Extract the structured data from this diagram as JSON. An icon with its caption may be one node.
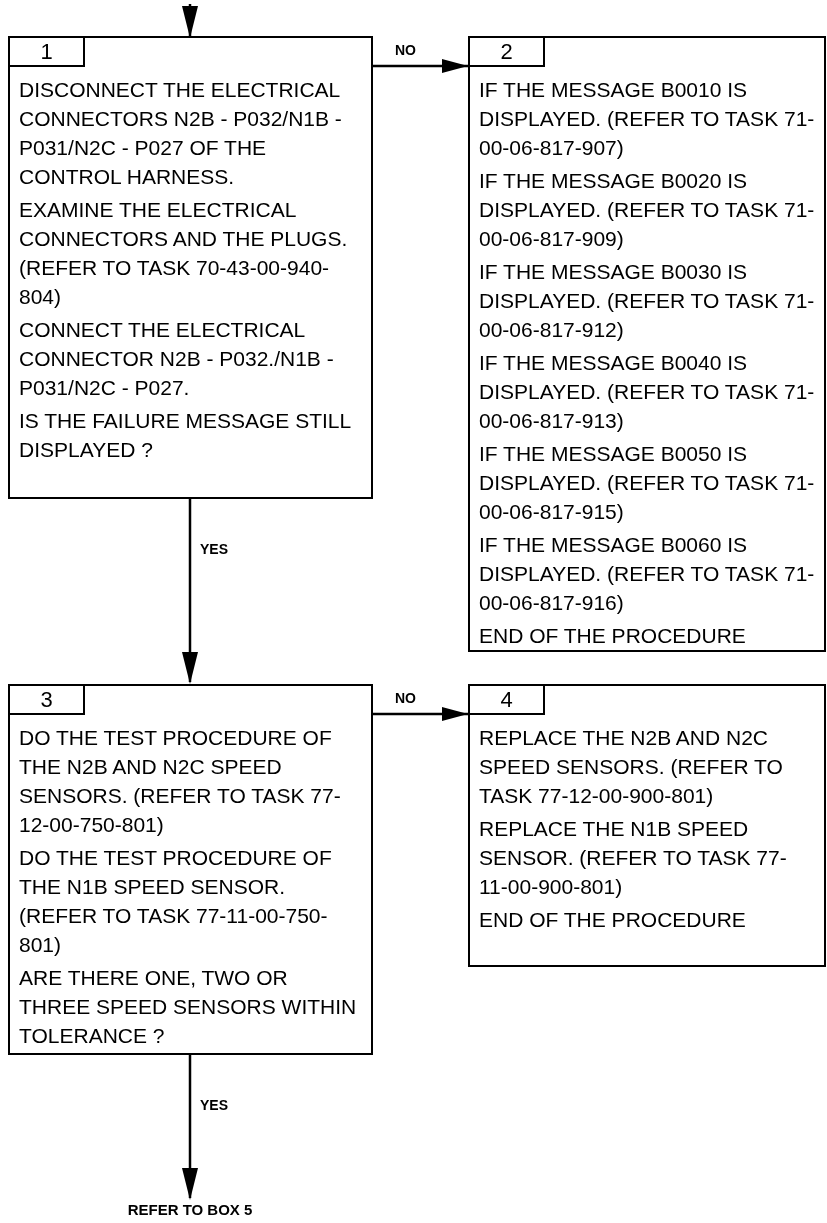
{
  "diagram": {
    "nodes": [
      {
        "text": [
          "1",
          "DISCONNECT THE ELECTRICAL CONNECTORS N2B - P032/N1B - P031/N2C - P027 OF THE CONTROL HARNESS.",
          "EXAMINE THE ELECTRICAL CONNECTORS AND THE PLUGS. (REFER TO TASK 70-43-00-940-804)",
          "CONNECT THE ELECTRICAL CONNECTOR N2B - P032./N1B - P031/N2C - P027.",
          "IS THE FAILURE MESSAGE STILL DISPLAYED ?"
        ]
      },
      {
        "text": [
          "2",
          "IF THE MESSAGE B0010 IS DISPLAYED. (REFER TO TASK 71-00-06-817-907)",
          "IF THE MESSAGE B0020 IS DISPLAYED. (REFER TO TASK 71-00-06-817-909)",
          "IF THE MESSAGE B0030 IS DISPLAYED. (REFER TO TASK 71-00-06-817-912)",
          "IF THE MESSAGE B0040 IS DISPLAYED. (REFER TO TASK 71-00-06-817-913)",
          "IF THE MESSAGE B0050 IS DISPLAYED. (REFER TO TASK 71-00-06-817-915)",
          "IF THE MESSAGE B0060 IS DISPLAYED. (REFER TO TASK 71-00-06-817-916)",
          "END OF THE PROCEDURE"
        ]
      },
      {
        "text": [
          "3",
          "DO THE TEST PROCEDURE OF THE N2B AND N2C SPEED SENSORS. (REFER TO TASK 77-12-00-750-801)",
          "DO THE TEST PROCEDURE OF THE N1B SPEED SENSOR. (REFER TO TASK 77-11-00-750-801)",
          "ARE THERE ONE, TWO OR THREE SPEED SENSORS WITHIN TOLERANCE ?"
        ]
      },
      {
        "text": [
          "4",
          "REPLACE THE N2B AND N2C SPEED SENSORS. (REFER TO TASK 77-12-00-900-801)",
          "REPLACE THE N1B SPEED SENSOR. (REFER TO TASK 77-11-00-900-801)",
          "END OF THE PROCEDURE"
        ]
      },
      {
        "text": [
          "REFER TO BOX 5"
        ]
      }
    ],
    "edges": [
      {
        "from": null,
        "to": 0,
        "arrow": "to"
      },
      {
        "from": 0,
        "to": 1,
        "arrow": "to",
        "label": "NO"
      },
      {
        "from": 0,
        "to": 2,
        "arrow": "to",
        "label": "YES"
      },
      {
        "from": 2,
        "to": 3,
        "arrow": "to",
        "label": "NO"
      },
      {
        "from": 2,
        "to": 4,
        "arrow": "to",
        "label": "YES"
      }
    ]
  }
}
